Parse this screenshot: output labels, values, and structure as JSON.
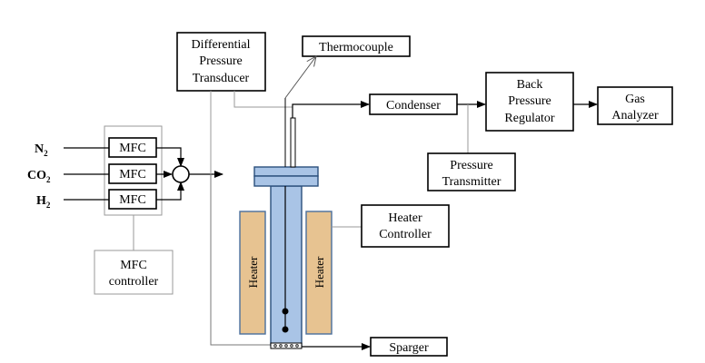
{
  "gases": {
    "n2": {
      "main": "N",
      "sub": "2"
    },
    "co2": {
      "main": "CO",
      "sub": "2"
    },
    "h2": {
      "main": "H",
      "sub": "2"
    }
  },
  "mfc_label": "MFC",
  "mfc_controller": {
    "line1": "MFC",
    "line2": "controller"
  },
  "differential_pressure_transducer": {
    "line1": "Differential",
    "line2": "Pressure",
    "line3": "Transducer"
  },
  "thermocouple": "Thermocouple",
  "condenser": "Condenser",
  "back_pressure_regulator": {
    "line1": "Back",
    "line2": "Pressure",
    "line3": "Regulator"
  },
  "gas_analyzer": {
    "line1": "Gas",
    "line2": "Analyzer"
  },
  "pressure_transmitter": {
    "line1": "Pressure",
    "line2": "Transmitter"
  },
  "heater_controller": {
    "line1": "Heater",
    "line2": "Controller"
  },
  "heater_label": "Heater",
  "sparger": "Sparger",
  "colors": {
    "reactor_fill": "#a9c4e6",
    "reactor_stroke": "#2b4f7c",
    "heater_fill": "#e7c391",
    "heater_stroke": "#4a6f9d",
    "line": "#000000",
    "gray_line": "#9a9a9a"
  }
}
